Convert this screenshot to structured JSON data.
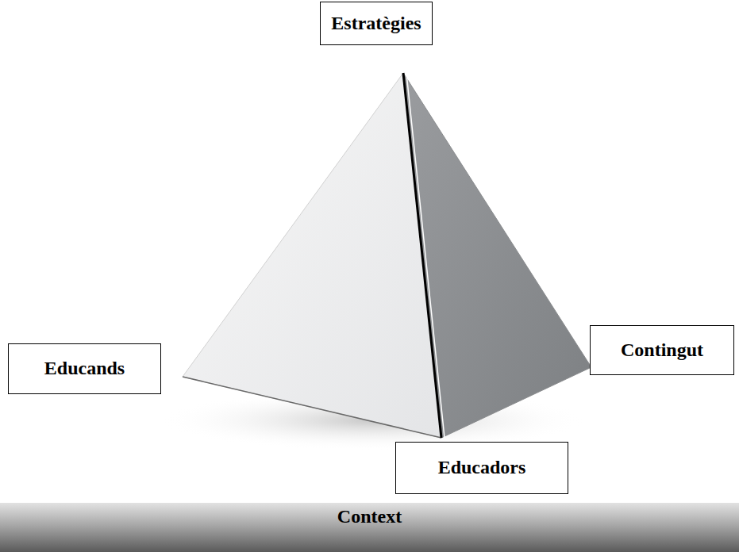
{
  "diagram": {
    "nodes": [
      {
        "text": [
          "Estratègies"
        ]
      },
      {
        "text": [
          "Educands"
        ]
      },
      {
        "text": [
          "Contingut"
        ]
      },
      {
        "text": [
          "Educadors"
        ]
      },
      {
        "text": [
          "Context"
        ]
      }
    ]
  }
}
